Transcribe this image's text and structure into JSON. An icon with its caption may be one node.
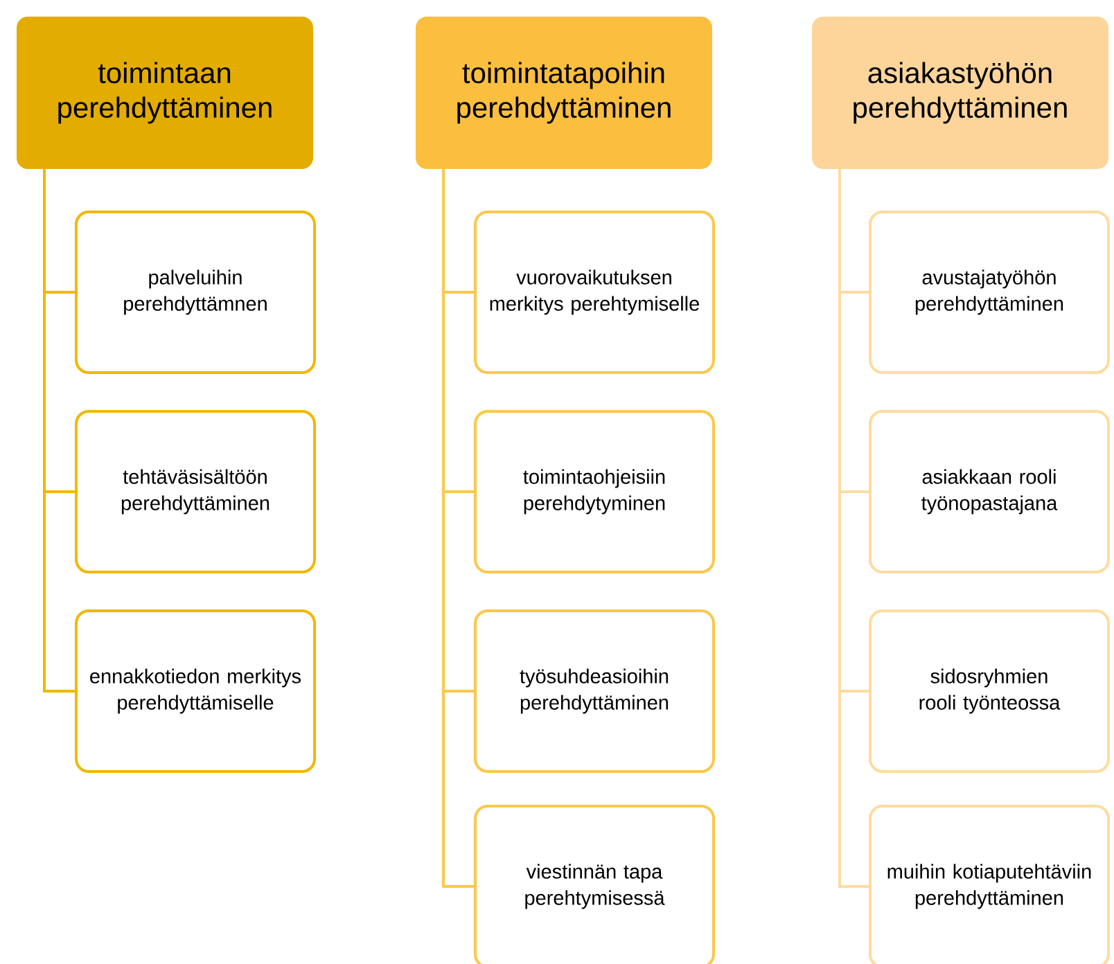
{
  "diagram": {
    "nodes": [
      {
        "text": [
          "toimintaan perehdyttäminen"
        ]
      },
      {
        "text": [
          "palveluihin perehdyttämnen"
        ]
      },
      {
        "text": [
          "tehtäväsisältöön perehdyttäminen"
        ]
      },
      {
        "text": [
          "ennakkotiedon merkitys perehdyttämiselle"
        ]
      },
      {
        "text": [
          "toimintatapoihin perehdyttäminen"
        ]
      },
      {
        "text": [
          "vuorovaikutuksen merkitys perehtymiselle"
        ]
      },
      {
        "text": [
          "toimintaohjeisiin perehdytyminen"
        ]
      },
      {
        "text": [
          "työsuhdeasioihin perehdyttäminen"
        ]
      },
      {
        "text": [
          "viestinnän tapa perehtymisessä"
        ]
      },
      {
        "text": [
          "asiakastyöhön perehdyttäminen"
        ]
      },
      {
        "text": [
          "avustajatyöhön perehdyttäminen"
        ]
      },
      {
        "text": [
          "asiakkaan rooli työnopastajana"
        ]
      },
      {
        "text": [
          "sidosryhmien rooli työnteossa"
        ]
      },
      {
        "text": [
          "muihin kotiaputehtäviin perehdyttäminen"
        ]
      }
    ],
    "edges": [
      {
        "from": 0,
        "to": 1,
        "arrow": "none"
      },
      {
        "from": 0,
        "to": 2,
        "arrow": "none"
      },
      {
        "from": 0,
        "to": 3,
        "arrow": "none"
      },
      {
        "from": 4,
        "to": 5,
        "arrow": "none"
      },
      {
        "from": 4,
        "to": 6,
        "arrow": "none"
      },
      {
        "from": 4,
        "to": 7,
        "arrow": "none"
      },
      {
        "from": 4,
        "to": 8,
        "arrow": "none"
      },
      {
        "from": 9,
        "to": 10,
        "arrow": "none"
      },
      {
        "from": 9,
        "to": 11,
        "arrow": "none"
      },
      {
        "from": 9,
        "to": 12,
        "arrow": "none"
      },
      {
        "from": 9,
        "to": 13,
        "arrow": "none"
      }
    ]
  }
}
